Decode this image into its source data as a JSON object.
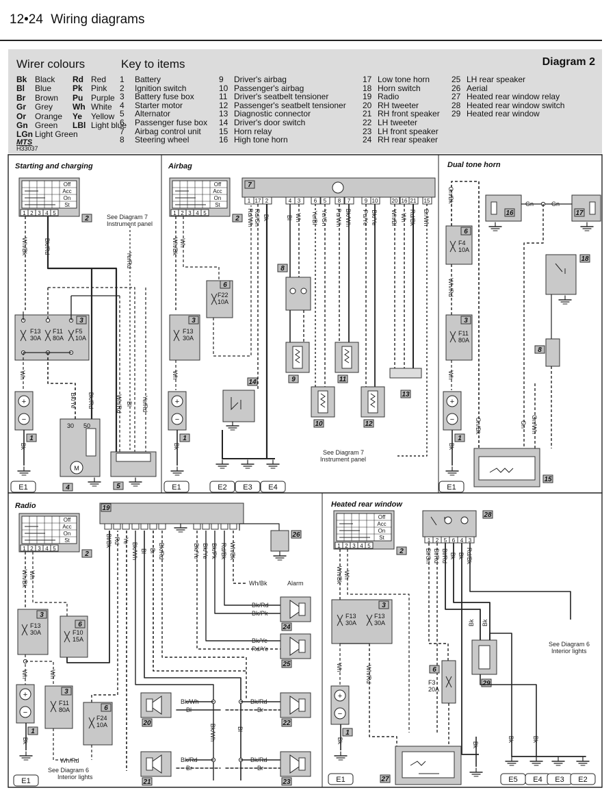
{
  "header": {
    "page": "12•24",
    "title": "Wiring diagrams"
  },
  "diagram_title": "Diagram 2",
  "wire_colours": {
    "heading": "Wirer colours",
    "rows": [
      [
        "Bk",
        "Black",
        "Rd",
        "Red"
      ],
      [
        "Bl",
        "Blue",
        "Pk",
        "Pink"
      ],
      [
        "Br",
        "Brown",
        "Pu",
        "Purple"
      ],
      [
        "Gr",
        "Grey",
        "Wh",
        "White"
      ],
      [
        "Or",
        "Orange",
        "Ye",
        "Yellow"
      ],
      [
        "Gn",
        "Green",
        "LBl",
        "Light blue"
      ],
      [
        "LGn",
        "Light Green",
        "",
        ""
      ]
    ],
    "code_mark": "MTS",
    "code": "H33037"
  },
  "key": {
    "heading": "Key to items",
    "col1": [
      [
        "1",
        "Battery"
      ],
      [
        "2",
        "Ignition switch"
      ],
      [
        "3",
        "Battery fuse box"
      ],
      [
        "4",
        "Starter motor"
      ],
      [
        "5",
        "Alternator"
      ],
      [
        "6",
        "Passenger fuse box"
      ],
      [
        "7",
        "Airbag control unit"
      ],
      [
        "8",
        "Steering wheel"
      ]
    ],
    "col2": [
      [
        "9",
        "Driver's airbag"
      ],
      [
        "10",
        "Passenger's airbag"
      ],
      [
        "11",
        "Driver's seatbelt tensioner"
      ],
      [
        "12",
        "Passenger's seatbelt tensioner"
      ],
      [
        "13",
        "Diagnostic connector"
      ],
      [
        "14",
        "Driver's door switch"
      ],
      [
        "15",
        "Horn relay"
      ],
      [
        "16",
        "High tone horn"
      ]
    ],
    "col3": [
      [
        "17",
        "Low tone horn"
      ],
      [
        "18",
        "Horn switch"
      ],
      [
        "19",
        "Radio"
      ],
      [
        "20",
        "RH tweeter"
      ],
      [
        "21",
        "RH front speaker"
      ],
      [
        "22",
        "LH tweeter"
      ],
      [
        "23",
        "LH front speaker"
      ],
      [
        "24",
        "RH rear speaker"
      ]
    ],
    "col4": [
      [
        "25",
        "LH rear speaker"
      ],
      [
        "26",
        "Aerial"
      ],
      [
        "27",
        "Heated rear window relay"
      ],
      [
        "28",
        "Heated rear window switch"
      ],
      [
        "29",
        "Heated rear window"
      ]
    ]
  },
  "sections": {
    "starting": "Starting and charging",
    "airbag": "Airbag",
    "horn": "Dual tone horn",
    "radio": "Radio",
    "hrw": "Heated rear window"
  },
  "ignition": {
    "positions": [
      "Off",
      "Acc",
      "On",
      "St"
    ],
    "pins": [
      "1",
      "2",
      "3",
      "4",
      "5"
    ]
  },
  "fuses": {
    "f13": [
      "F13",
      "30A"
    ],
    "f11": [
      "F11",
      "80A"
    ],
    "f5": [
      "F5",
      "10A"
    ],
    "f22": [
      "F22",
      "10A"
    ],
    "f4": [
      "F4",
      "10A"
    ],
    "f10": [
      "F10",
      "15A"
    ],
    "f24": [
      "F24",
      "10A"
    ],
    "f3": [
      "F3",
      "20A"
    ]
  },
  "notes": {
    "see7": "See Diagram 7",
    "instrument": "Instrument panel",
    "see6": "See Diagram 6",
    "interior": "Interior lights",
    "alarm": "Alarm"
  },
  "earths": [
    "E1",
    "E2",
    "E3",
    "E4",
    "E5"
  ],
  "airbag_pins": [
    "1",
    "17",
    "2",
    "4",
    "3",
    "6",
    "5",
    "8",
    "7",
    "9",
    "10",
    "20",
    "16",
    "21",
    "15"
  ],
  "hrw_pins": [
    "1",
    "2",
    "5",
    "6",
    "4",
    "3"
  ],
  "starter_terms": [
    "30",
    "50"
  ],
  "motor": "M",
  "wires": {
    "whbk": "Wh/Bk",
    "bkrd": "Bk/Rd",
    "wh": "Wh",
    "bk": "Bk",
    "bkye": "Bk/Ye",
    "whrd": "Wh/Rd",
    "bl": "Bl",
    "yerd": "Ye/Rd",
    "rdwh": "Rd/Wh",
    "rdgn": "Rd/Gn",
    "yebl": "Ye/Bl",
    "yegn": "Ye/Gn",
    "puwh": "Pu/Wh",
    "bkwh": "Bk/Wh",
    "puye": "Pu/Ye",
    "whbl": "Wh/Bl",
    "rdbk": "Rd/Bk",
    "brwh": "Br/Wh",
    "gnbk": "Gn/Bk",
    "gn": "Gn",
    "gnwh": "Gn/Wh",
    "blbk": "Bl/Bk",
    "ye": "Ye",
    "br": "Br",
    "bkrd2": "Bk/Rd",
    "bkpk": "Bk/Pk",
    "rdye": "Rd/Ye",
    "bkye2": "Bk/Ye",
    "bkrd3": "Bk/Rd",
    "whbk2": "Wh/Bk",
    "rd": "Rd",
    "blgn": "Bl/Gn",
    "blrd": "Bl/Rd"
  }
}
